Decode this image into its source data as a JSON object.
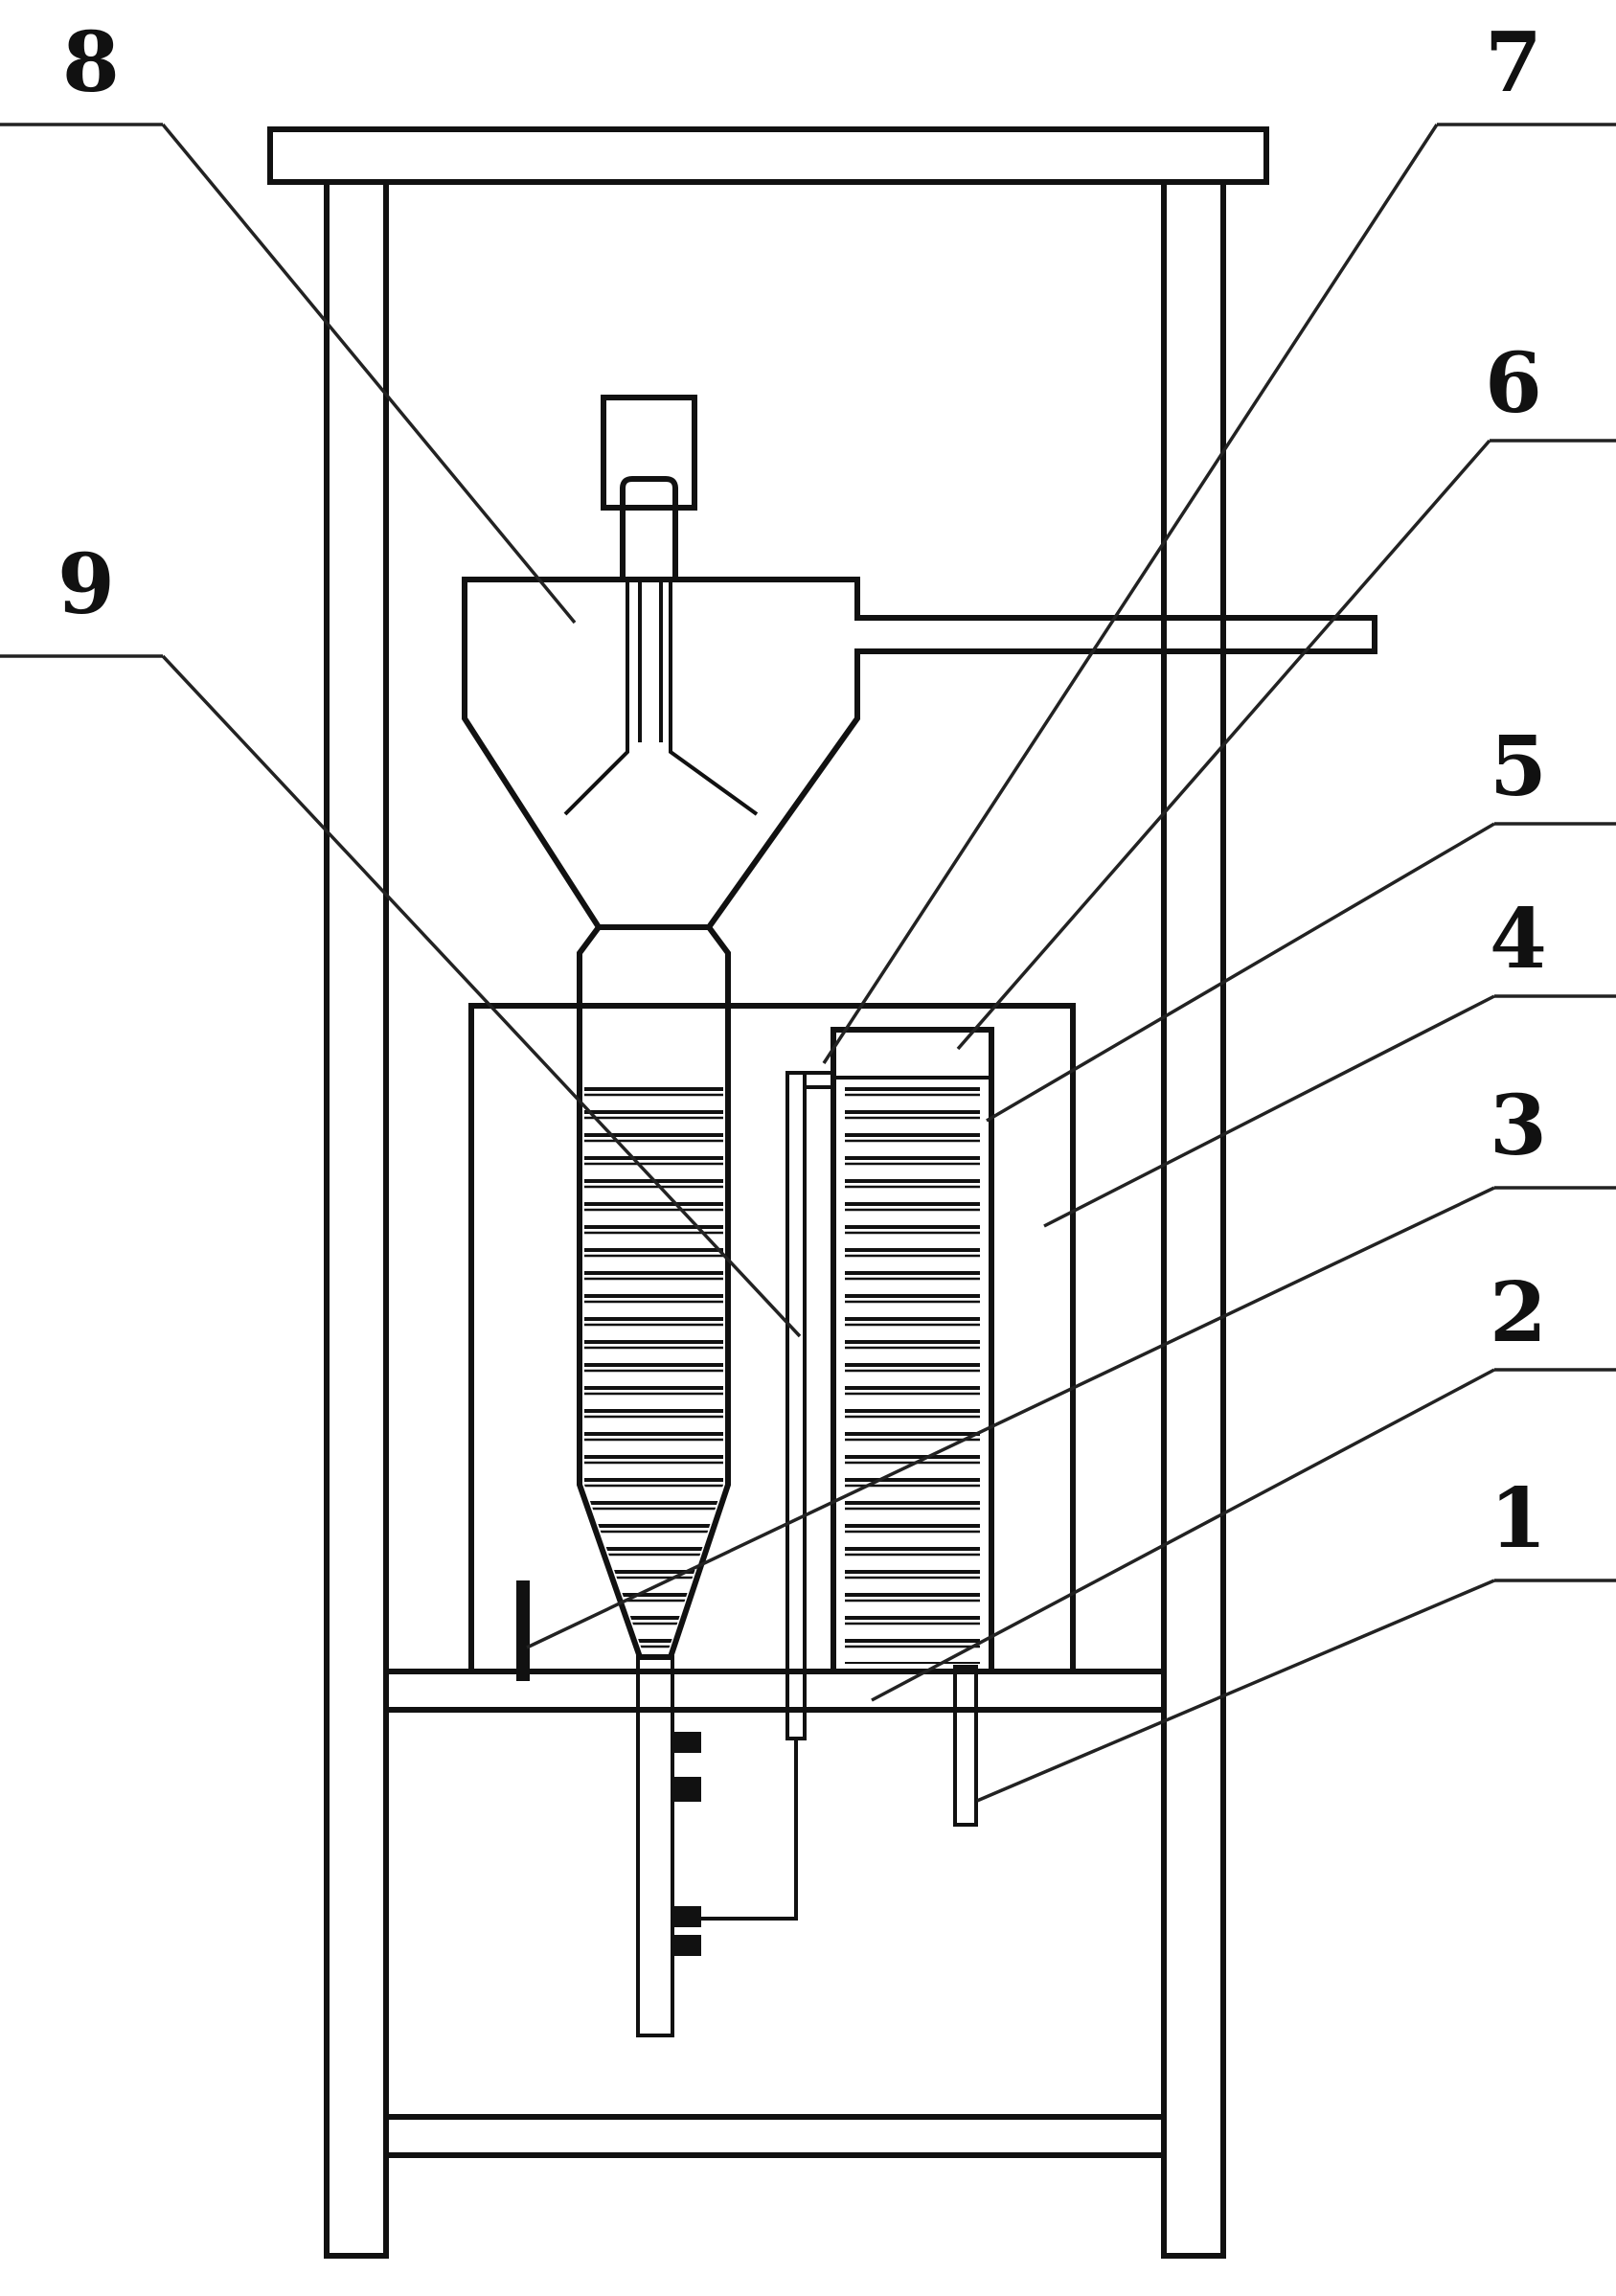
{
  "labels": [
    "8",
    "7",
    "6",
    "9",
    "5",
    "4",
    "3",
    "2",
    "1"
  ],
  "colors": {
    "ink": "#111111",
    "background": "#ffffff"
  }
}
